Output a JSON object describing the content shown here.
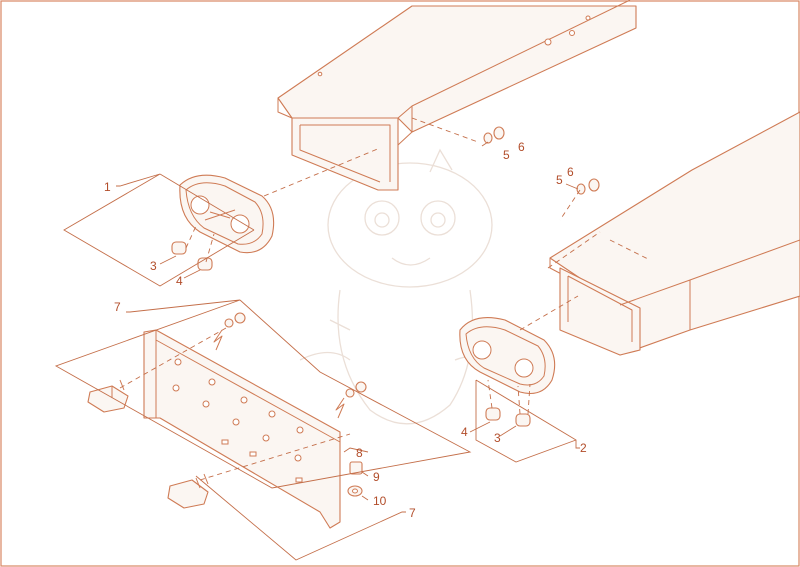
{
  "colors": {
    "line": "#cf7b55",
    "callout_text": "#b24d2a",
    "background": "#ffffff"
  },
  "watermark": "cartoon-dragon-watermark",
  "callouts": {
    "c1": "1",
    "c2": "2",
    "c3a": "3",
    "c3b": "3",
    "c4a": "4",
    "c4b": "4",
    "c5a": "5",
    "c5b": "5",
    "c6a": "6",
    "c6b": "6",
    "c7a": "7",
    "c7b": "7",
    "c8": "8",
    "c9": "9",
    "c10": "10"
  }
}
